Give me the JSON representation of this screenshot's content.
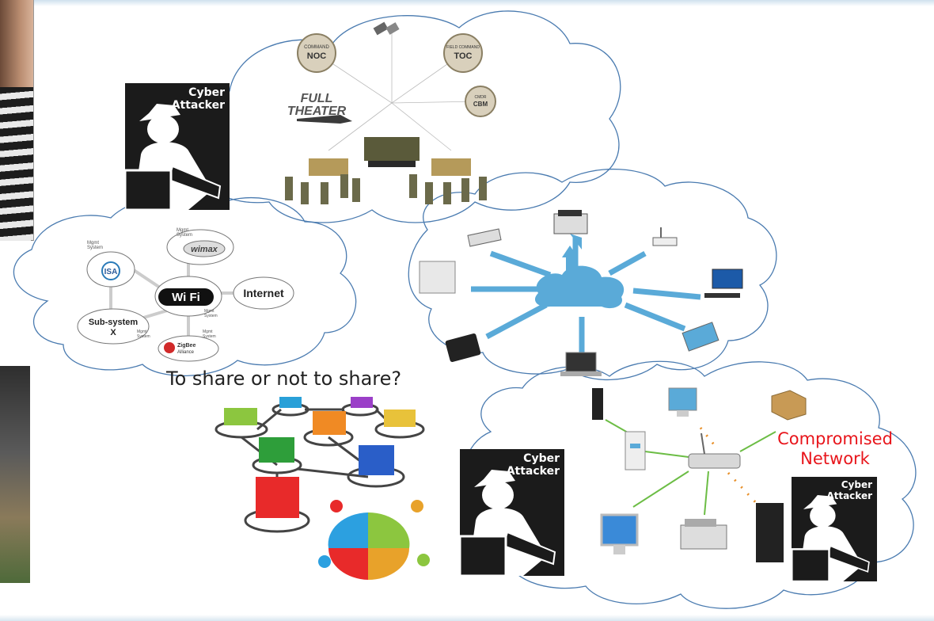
{
  "scene": {
    "attackers": [
      {
        "line1": "Cyber",
        "line2": "Attacker"
      },
      {
        "line1": "Cyber",
        "line2": "Attacker"
      },
      {
        "line1": "Cyber",
        "line2": "Attacker"
      }
    ],
    "theater": {
      "command_noc_small": "COMMAND",
      "command_noc": "NOC",
      "field_command_small": "FIELD COMMAND",
      "field_command": "TOC",
      "cbm_small": "CMDR",
      "cbm": "CBM",
      "full": "FULL",
      "theater": "THEATER"
    },
    "wireless": {
      "mgmt_line1": "Mgmt",
      "mgmt_line2": "System",
      "isa": "ISA",
      "wimax": "wimax",
      "wifi": "Wi Fi",
      "internet": "Internet",
      "subsystem_line1": "Sub-system",
      "subsystem_line2": "X",
      "zigbee_line1": "ZigBee",
      "zigbee_line2": "Alliance"
    },
    "question": "To share or not to share?",
    "compromised_line1": "Compromised",
    "compromised_line2": "Network"
  },
  "colors": {
    "cloud_stroke": "#4a7bb0",
    "arrow": "#5aaad8",
    "link_green": "#6cbd45",
    "compromised": "#e8151b"
  }
}
